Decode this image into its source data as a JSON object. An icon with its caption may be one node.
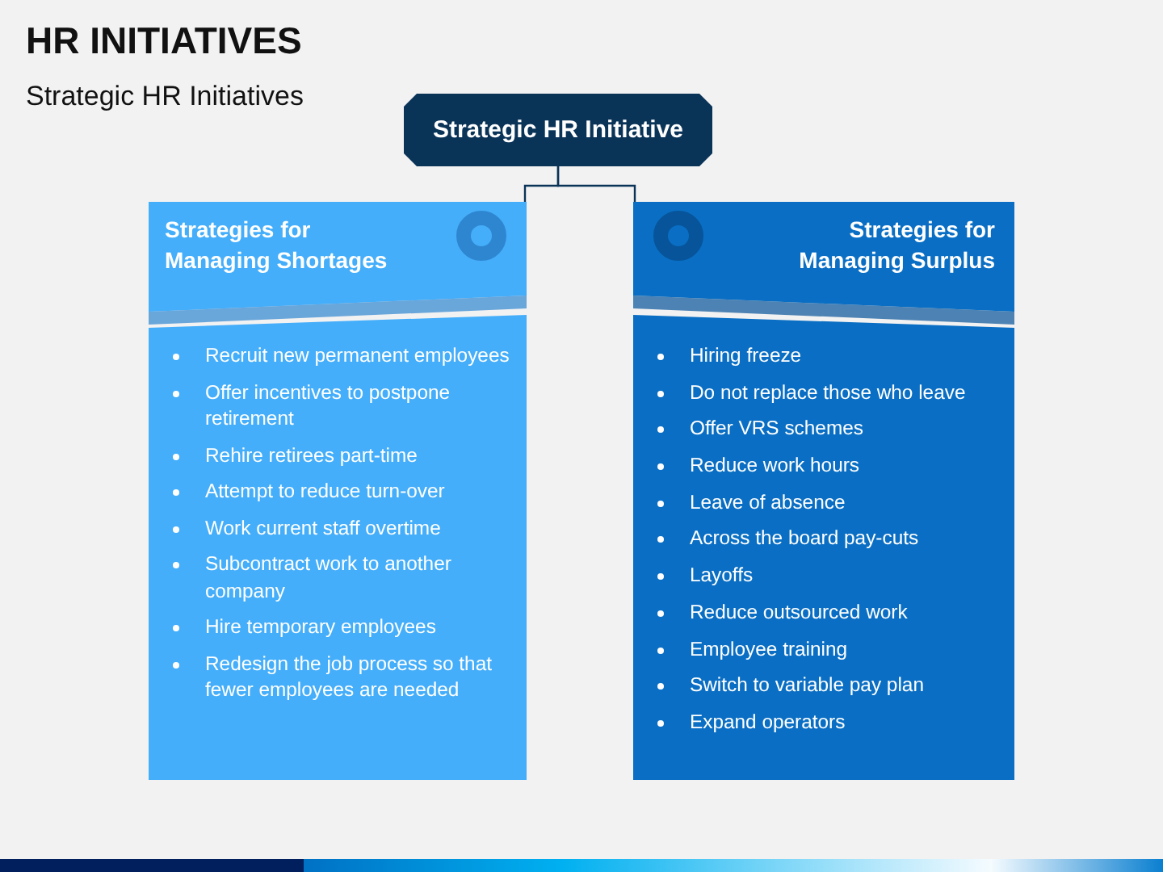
{
  "diagram": {
    "title": "HR INITIATIVES",
    "nodes": [
      {
        "text": [
          "Strategic HR Initiative"
        ]
      },
      {
        "text": [
          "Strategies for Managing Shortages",
          "Recruit new permanent employees",
          "Offer incentives to postpone retirement",
          "Rehire retirees part-time",
          "Attempt to reduce turn-over",
          "Work current staff overtime",
          "Subcontract work to another company",
          "Hire temporary employees",
          "Redesign the job process so that fewer employees are needed"
        ]
      },
      {
        "text": [
          "Strategies for Managing Surplus",
          "Hiring freeze",
          "Do not replace those who leave",
          "Offer VRS schemes",
          "Reduce work hours",
          "Leave of absence",
          "Across the board pay-cuts",
          "Layoffs",
          "Reduce outsourced work",
          "Employee training",
          "Switch to variable pay plan",
          "Expand operators"
        ]
      }
    ],
    "edges": [
      {
        "from": 0,
        "to": 1,
        "arrow": "none"
      },
      {
        "from": 0,
        "to": 2,
        "arrow": "none"
      }
    ],
    "labels": [
      "Strategic HR Initiatives"
    ]
  }
}
